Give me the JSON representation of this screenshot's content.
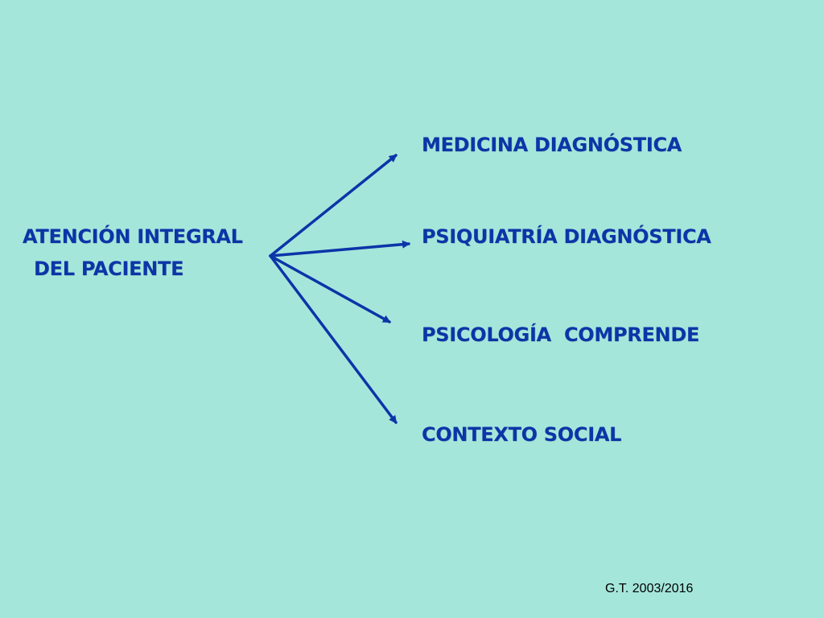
{
  "diagram": {
    "source": {
      "line1": "ATENCIÓN INTEGRAL",
      "line2": " DEL PACIENTE"
    },
    "targets": [
      {
        "label": "MEDICINA DIAGNÓSTICA"
      },
      {
        "label": "PSIQUIATRÍA DIAGNÓSTICA"
      },
      {
        "label": "PSICOLOGÍA  COMPRENDE"
      },
      {
        "label": "CONTEXTO SOCIAL"
      }
    ],
    "credit": "G.T. 2003/2016"
  },
  "colors": {
    "background": "#a5e6db",
    "text": "#0b35a8",
    "arrow": "#0b35a8"
  }
}
